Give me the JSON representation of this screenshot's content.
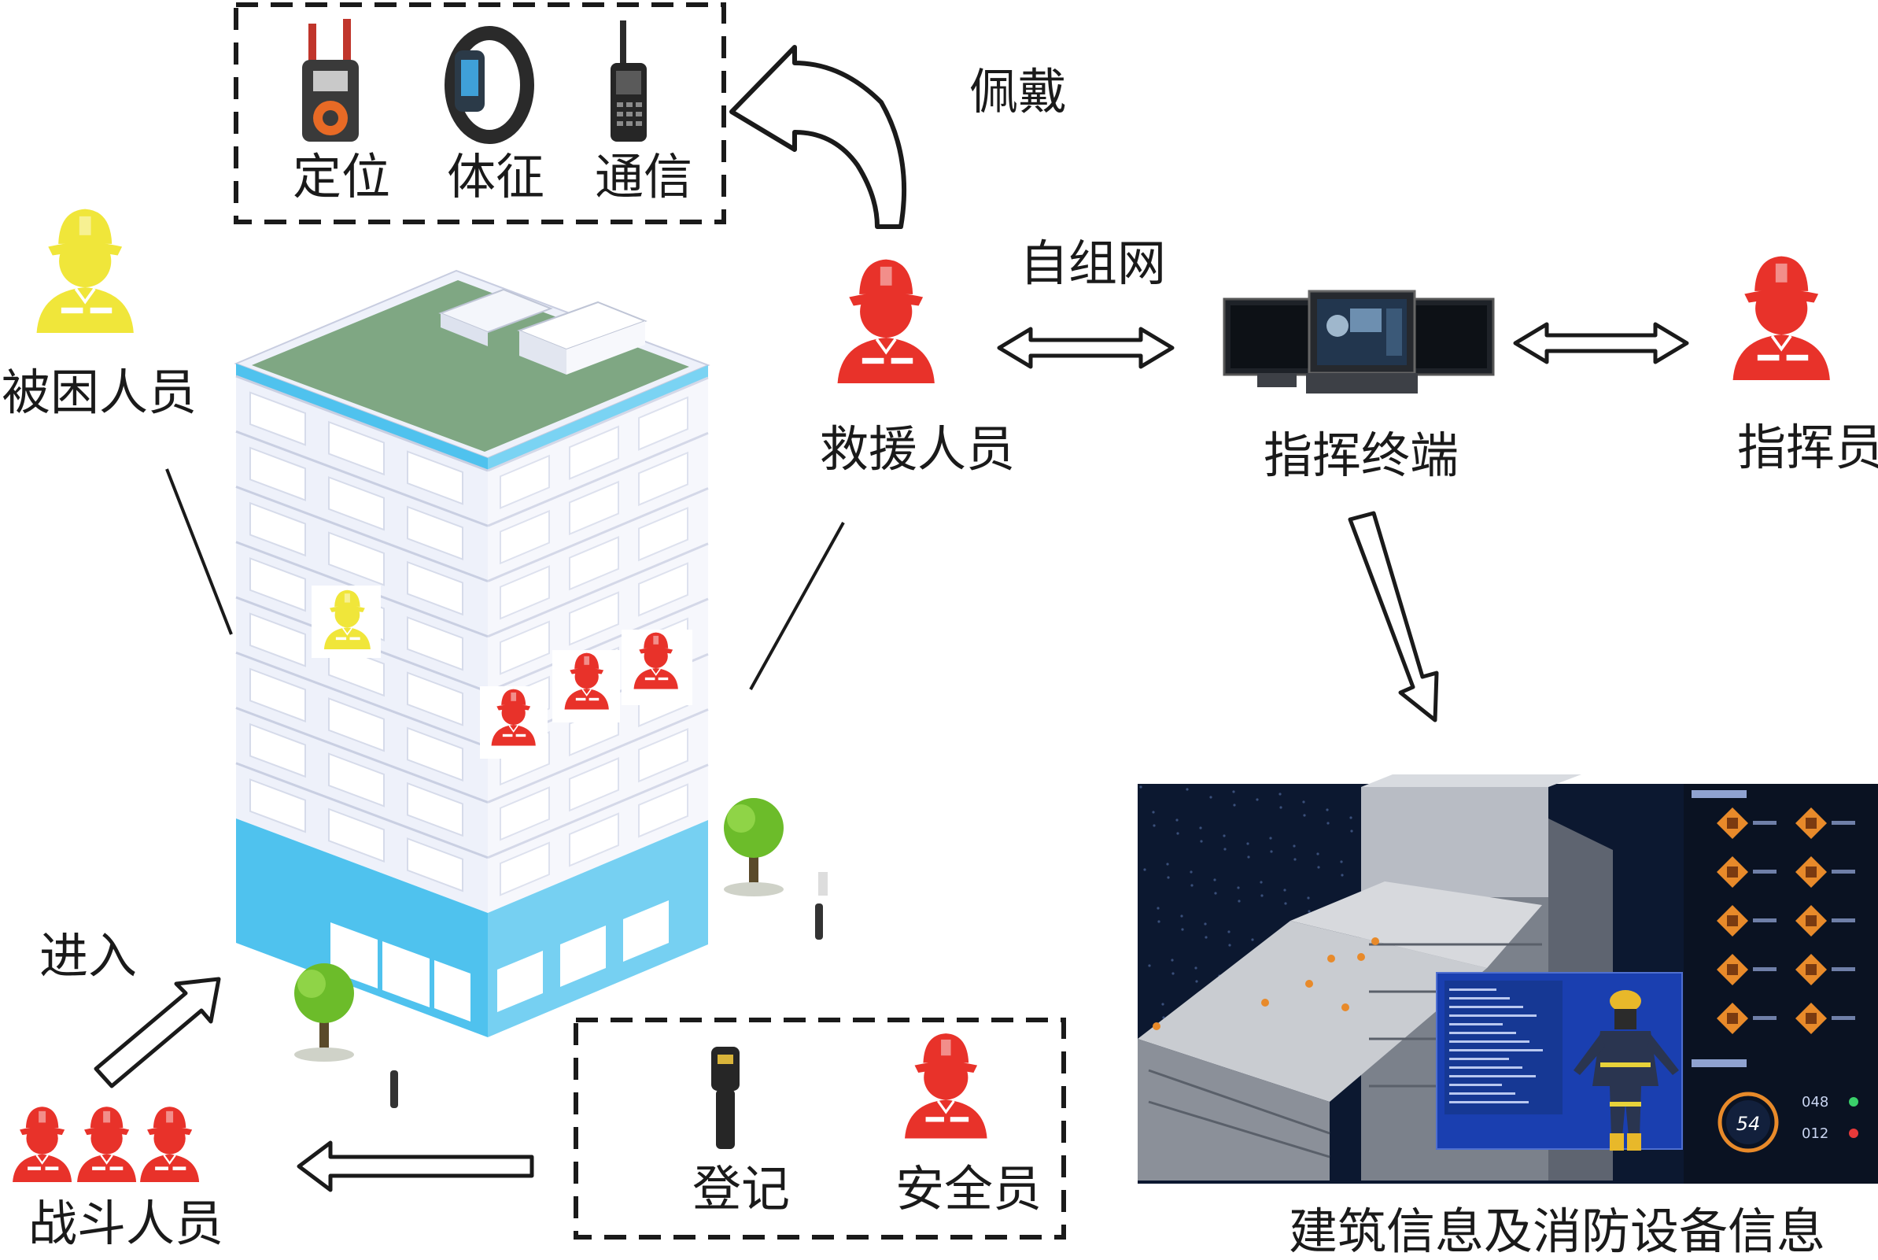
{
  "labels": {
    "wear": "佩戴",
    "positioning": "定位",
    "vital_signs": "体征",
    "communication": "通信",
    "ad_hoc_network": "自组网",
    "trapped_person": "被困人员",
    "rescuer": "救援人员",
    "command_terminal": "指挥终端",
    "commander": "指挥员",
    "enter": "进入",
    "combat_personnel": "战斗人员",
    "registration": "登记",
    "safety_officer": "安全员",
    "building_info": "建筑信息及消防设备信息"
  },
  "panel": {
    "counter_big": "54",
    "counter_a": "048",
    "counter_b": "012"
  },
  "colors": {
    "rescuer_red": "#e8322a",
    "trapped_yellow": "#f0e63a",
    "building_white": "#eef1fa",
    "building_blue": "#4fc2ee",
    "roof_green": "#7fa783",
    "tree_green": "#6cbc2a",
    "line_black": "#1a1a1a",
    "screen_navy": "#0c1830",
    "panel_blue": "#1a3fb0"
  }
}
